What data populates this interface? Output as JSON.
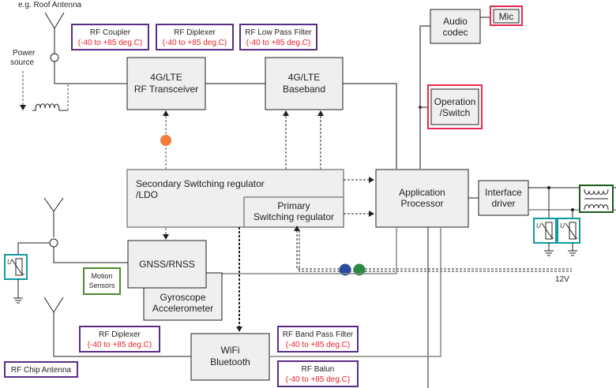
{
  "diagram": {
    "labels": {
      "roof_antenna": "e.g. Roof Antenna",
      "power_source_1": "Power",
      "power_source_2": "source",
      "voltage": "12V",
      "rf_chip_antenna": "RF Chip Antenna",
      "motion_sensors_1": "Motion",
      "motion_sensors_2": "Sensors"
    },
    "blocks": {
      "rf_transceiver": [
        "4G/LTE",
        "RF Transceiver"
      ],
      "baseband": [
        "4G/LTE",
        "Baseband"
      ],
      "audio_codec": [
        "Audio",
        "codec"
      ],
      "mic": [
        "Mic"
      ],
      "operation_switch": [
        "Operation",
        "/Switch"
      ],
      "secondary_regulator": [
        "Secondary Switching regulator",
        "/LDO"
      ],
      "primary_regulator": [
        "Primary",
        "Switching regulator"
      ],
      "application_processor": [
        "Application",
        "Processor"
      ],
      "interface_driver": [
        "Interface",
        "driver"
      ],
      "gnss": [
        "GNSS/RNSS"
      ],
      "gyroscope": [
        "Gyroscope",
        "Accelerometer"
      ],
      "wifi_bt": [
        "WiFi",
        "Bluetooth"
      ]
    },
    "components": {
      "rf_coupler": {
        "name": "RF Coupler",
        "temp": "(-40 to +85 deg.C)"
      },
      "rf_diplexer_top": {
        "name": "RF Diplexer",
        "temp": "(-40 to +85 deg.C)"
      },
      "rf_low_pass": {
        "name": "RF Low Pass Filter",
        "temp": "(-40 to +85 deg.C)"
      },
      "rf_diplexer_bottom": {
        "name": "RF Diplexer",
        "temp": "(-40 to +85 deg.C)"
      },
      "rf_band_pass": {
        "name": "RF Band Pass Filter",
        "temp": "(-40 to +85 deg.C)"
      },
      "rf_balun": {
        "name": "RF Balun",
        "temp": "(-40 to +85 deg.C)"
      }
    },
    "varistor_symbol": "U",
    "colors": {
      "rf_component_border": "#5b2d86",
      "highlight_border": "#e8294f",
      "varistor_border": "#139a9c",
      "sensor_border": "#4a8a2c",
      "common_mode_choke_border": "#1a5a1a",
      "temperature_text": "#e8202a",
      "marker_orange": "#f07c3a",
      "marker_blue": "#2a4aa0",
      "marker_green": "#2a8a44"
    }
  }
}
